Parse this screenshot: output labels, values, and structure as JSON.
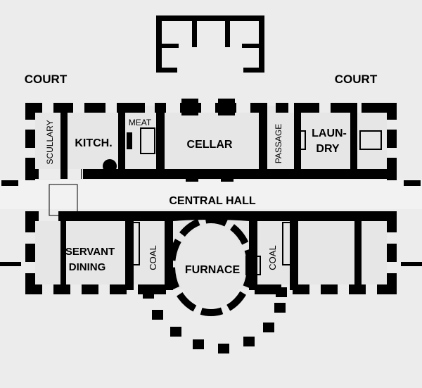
{
  "rooms": {
    "court_left": "COURT",
    "court_right": "COURT",
    "scullary": "SCULLARY",
    "kitchen": "KITCH.",
    "meat": "MEAT",
    "cellar": "CELLAR",
    "passage": "PASSAGE",
    "laundry_line1": "LAUN-",
    "laundry_line2": "DRY",
    "central_hall": "CENTRAL HALL",
    "servant_line1": "SERVANT",
    "servant_line2": "DINING",
    "coal_left": "COAL",
    "furnace": "FURNACE",
    "coal_right": "COAL"
  },
  "colors": {
    "background": "#ececec",
    "room_fill": "#e4e4e4",
    "wall": "#000000"
  }
}
